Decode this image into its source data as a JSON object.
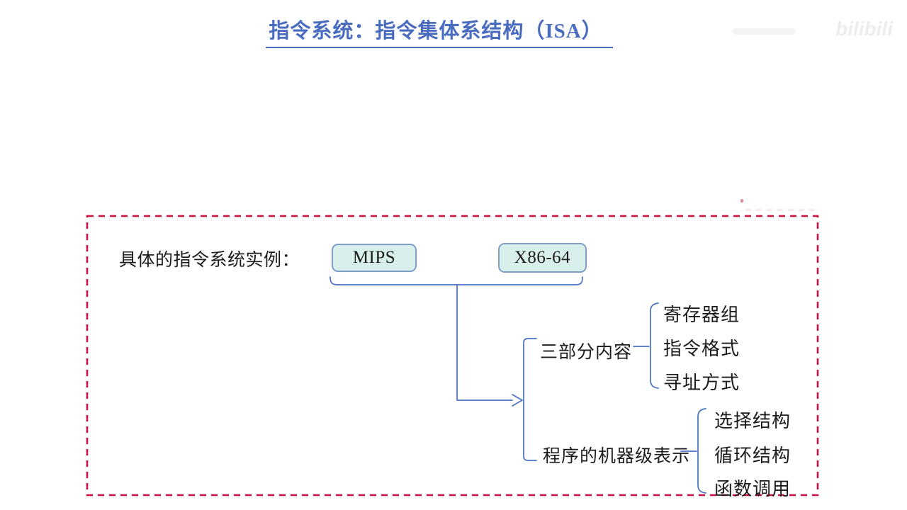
{
  "title": {
    "text": "指令系统：指令集体系结构（ISA）"
  },
  "watermark": {
    "text": "bilibili"
  },
  "panel": {
    "label": "具体的指令系统实例：",
    "examples": [
      {
        "name": "MIPS"
      },
      {
        "name": "X86-64"
      }
    ],
    "branches": [
      {
        "label": "三部分内容",
        "items": [
          "寄存器组",
          "指令格式",
          "寻址方式"
        ]
      },
      {
        "label": "程序的机器级表示",
        "items": [
          "选择结构",
          "循环结构",
          "函数调用"
        ]
      }
    ]
  },
  "colors": {
    "title": "#4a6cc0",
    "connector": "#4a72c4",
    "box_fill": "#d9efec",
    "box_border": "#7f9ec4",
    "dashed_border": "#ce1141",
    "text": "#1c1c1c"
  }
}
